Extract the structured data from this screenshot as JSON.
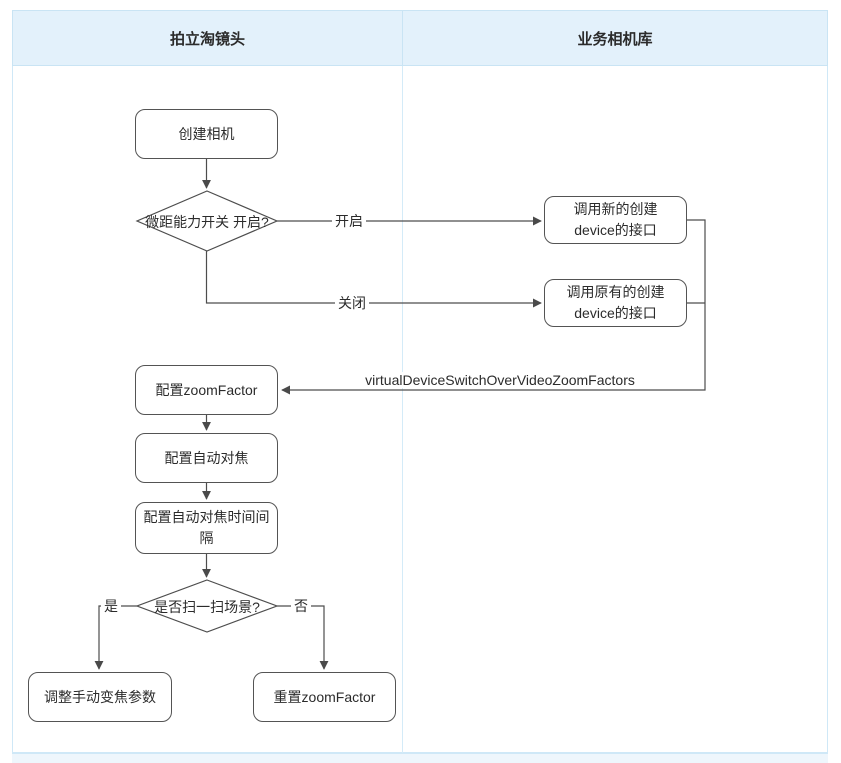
{
  "lanes": [
    {
      "title": "拍立淘镜头"
    },
    {
      "title": "业务相机库"
    }
  ],
  "nodes": {
    "create_camera": {
      "label": "创建相机"
    },
    "macro_switch_decision": {
      "lines": [
        "微距能力开关",
        "开启?"
      ]
    },
    "call_new_device": {
      "lines": [
        "调用新的创建",
        "device的接口"
      ]
    },
    "call_original_device": {
      "lines": [
        "调用原有的创建",
        "device的接口"
      ]
    },
    "set_zoom_factor": {
      "label": "配置zoomFactor"
    },
    "set_auto_focus": {
      "label": "配置自动对焦"
    },
    "set_auto_focus_interval": {
      "lines": [
        "配置自动对焦时间间",
        "隔"
      ]
    },
    "scan_scene_decision": {
      "label": "是否扫一扫场景?"
    },
    "adjust_manual_zoom": {
      "label": "调整手动变焦参数"
    },
    "reset_zoom_factor": {
      "label": "重置zoomFactor"
    }
  },
  "edge_labels": {
    "on": "开启",
    "off": "关闭",
    "yes": "是",
    "no": "否",
    "zoom_factors_api": "virtualDeviceSwitchOverVideoZoomFactors"
  },
  "colors": {
    "header_fill": "#e3f1fb",
    "lane_border": "#c9e4f4",
    "shape_stroke": "#545454",
    "text": "#2b2b2b"
  }
}
